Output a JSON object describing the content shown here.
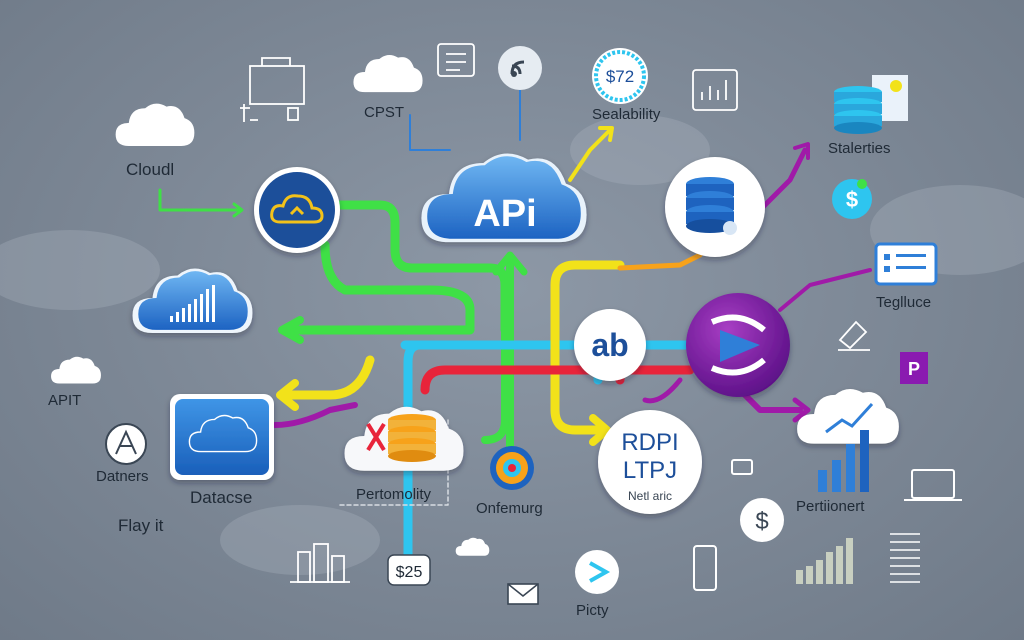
{
  "hub": {
    "label": "APi"
  },
  "nodes": {
    "ab": "ab",
    "rdpi_line1": "RDPI",
    "rdpi_line2": "LTPJ",
    "rdpi_line3": "Netl aric",
    "price_tag": "$72",
    "price_tag2": "$25"
  },
  "labels": {
    "cloudl": "Cloudl",
    "cpst": "CPST",
    "sealability": "Sealability",
    "stalerties": "Stalerties",
    "tegluce": "Teglluce",
    "apit": "APIT",
    "datners": "Datners",
    "datacse": "Datacse",
    "play_it": "Flay it",
    "pertomolity": "Pertomolity",
    "onfemurg": "Onfemurg",
    "pertionent": "Pertiionert",
    "picty": "Picty"
  },
  "colors": {
    "green": "#3fe046",
    "yellow": "#f2e21a",
    "cyan": "#2ec5ef",
    "red": "#e8243a",
    "purple": "#a01aa8",
    "orange": "#f7a21a",
    "blue": "#2f7fd8"
  },
  "icons": [
    "cloud-sync-icon",
    "database-icon",
    "dollar-icon",
    "bar-chart-icon",
    "folder-icon",
    "rss-icon",
    "clock-icon",
    "monitor-icon",
    "laptop-icon",
    "cart-icon",
    "message-icon",
    "play-icon"
  ]
}
